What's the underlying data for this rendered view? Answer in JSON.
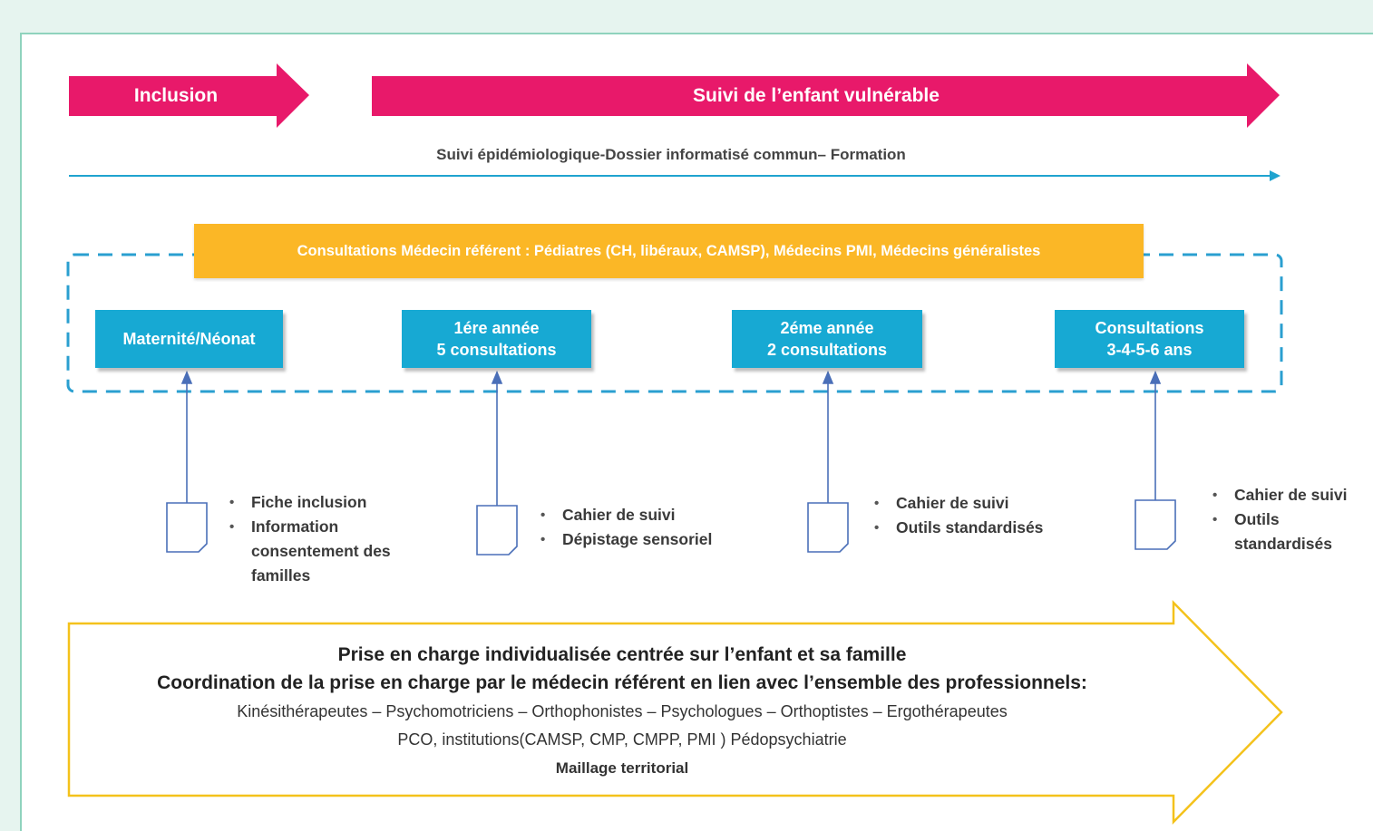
{
  "arrows": {
    "inclusion": "Inclusion",
    "suivi": "Suivi de l’enfant vulnérable"
  },
  "subtitle": "Suivi épidémiologique-Dossier informatisé commun– Formation",
  "referent_bar": "Consultations Médecin référent : Pédiatres (CH, libéraux, CAMSP), Médecins PMI, Médecins généralistes",
  "stages": [
    {
      "lines": [
        "Maternité/Néonat"
      ],
      "bullets": [
        "Fiche inclusion",
        "Information consentement des familles"
      ]
    },
    {
      "lines": [
        "1ére année",
        "5 consultations"
      ],
      "bullets": [
        "Cahier de suivi",
        "Dépistage sensoriel"
      ]
    },
    {
      "lines": [
        "2éme année",
        "2 consultations"
      ],
      "bullets": [
        "Cahier de suivi",
        "Outils standardisés"
      ]
    },
    {
      "lines": [
        "Consultations",
        "3-4-5-6 ans"
      ],
      "bullets": [
        "Cahier de suivi",
        "Outils standardisés"
      ]
    }
  ],
  "bottom": {
    "line1": "Prise en charge individualisée centrée sur l’enfant et sa famille",
    "line2": "Coordination de la prise en charge par le médecin référent en lien avec l’ensemble des professionnels:",
    "line3": "Kinésithérapeutes – Psychomotriciens – Orthophonistes – Psychologues – Orthoptistes – Ergothérapeutes",
    "line4": "PCO, institutions(CAMSP, CMP, CMPP, PMI ) Pédopsychiatrie",
    "line5": "Maillage territorial"
  },
  "colors": {
    "pink": "#e8196a",
    "cyan_line": "#1fa3cf",
    "orange": "#fbb726",
    "blue_box": "#17a9d3",
    "dashed": "#2a9fd0",
    "connector": "#4a6fb8",
    "yellow_outline": "#f4c21b"
  }
}
